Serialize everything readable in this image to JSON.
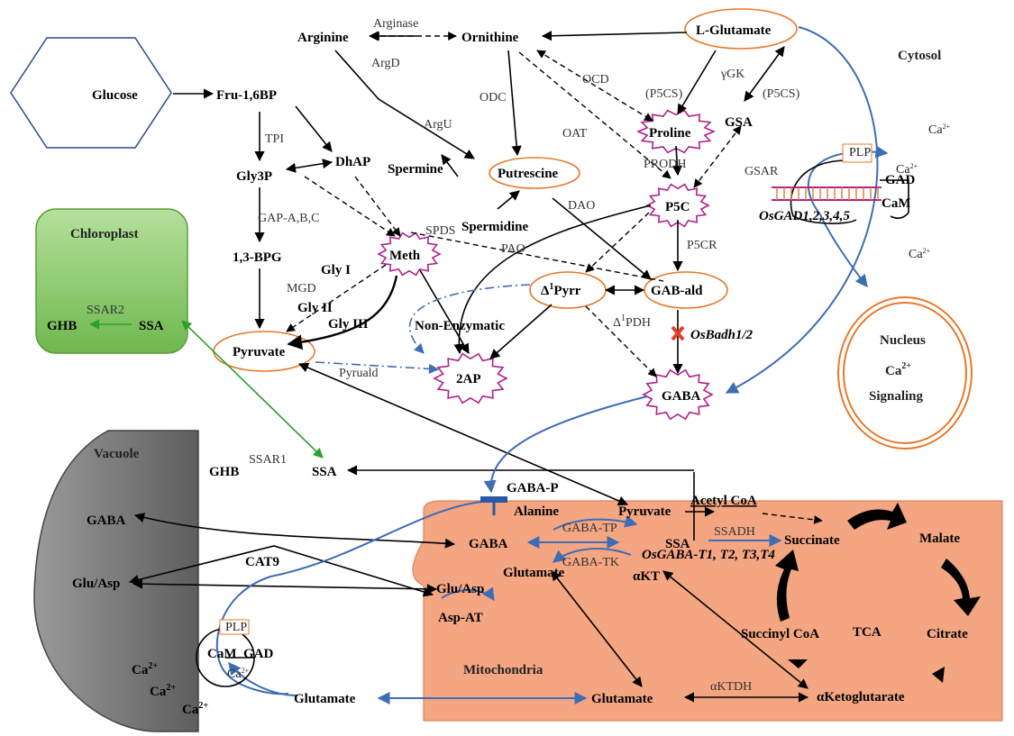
{
  "compartments": {
    "cytosol": "Cytosol",
    "chloroplast": "Chloroplast",
    "vacuole": "Vacuole",
    "nucleus": "Nucleus",
    "mitochondria": "Mitochondria",
    "ca_signaling_sup": "2+",
    "ca_signaling_pre": "Ca",
    "ca_signaling_post": "Signaling"
  },
  "metabolites": {
    "glucose": "Glucose",
    "fru16bp": "Fru-1,6BP",
    "gly3p": "Gly3P",
    "dhap": "DhAP",
    "bpg13": "1,3-BPG",
    "pyruvate": "Pyruvate",
    "meth": "Meth",
    "arginine": "Arginine",
    "ornithine": "Ornithine",
    "lglutamate": "L-Glutamate",
    "proline": "Proline",
    "gsa": "GSA",
    "spermine": "Spermine",
    "putrescine": "Putrescine",
    "spermidine": "Spermidine",
    "p5c": "P5C",
    "d1pyrr": "Pyrr",
    "gabald": "GAB-ald",
    "ap2": "2AP",
    "gaba": "GABA",
    "ghb_chl": "GHB",
    "ssa_chl": "SSA",
    "ghb_cyt": "GHB",
    "ssa_cyt": "SSA",
    "gaba_vac": "GABA",
    "gluasp_vac": "Glu/Asp",
    "alanine": "Alanine",
    "pyruvate_mito": "Pyruvate",
    "acetylcoa": "Acetyl CoA",
    "gaba_mito": "GABA",
    "ssa_mito": "SSA",
    "succinate": "Succinate",
    "malate": "Malate",
    "glutamate_mito": "Glutamate",
    "akt": "αKT",
    "gluasp_mito": "Glu/Asp",
    "aspat": "Asp-AT",
    "citrate": "Citrate",
    "succinylcoa": "Succinyl CoA",
    "tca": "TCA",
    "glutamate_cyt": "Glutamate",
    "glutamate_mito2": "Glutamate",
    "aketoglutarate": "αKetoglutarate"
  },
  "enzymes": {
    "arginase": "Arginase",
    "argd": "ArgD",
    "argu": "ArgU",
    "odc": "ODC",
    "ocd": "OCD",
    "oat": "OAT",
    "ggk": "γGK",
    "p5cs1": "(P5CS)",
    "p5cs2": "(P5CS)",
    "prodh": "PRODH",
    "gsar": "GSAR",
    "tpi": "TPI",
    "gapabc": "GAP-A,B,C",
    "spds": "SPDS",
    "dao": "DAO",
    "pao": "PAO",
    "p5cr": "P5CR",
    "glyi": "Gly I",
    "mgd": "MGD",
    "glyii": "Gly II",
    "glyiii": "Gly III",
    "nonenzymatic": "Non-Enzymatic",
    "pyruald": "Pyruald",
    "d1pdh": "PDH",
    "delta": "Δ",
    "one": "1",
    "osbadh": "OsBadh1/2",
    "ssar2": "SSAR2",
    "ssar1": "SSAR1",
    "gabap": "GABA-P",
    "cat9": "CAT9",
    "gabatp": "GABA-TP",
    "gabatk": "GABA-TK",
    "ssadh": "SSADH",
    "osgabat": "OsGABA-T1, T2, T3,T4",
    "aktdh": "αKTDH",
    "gad": "GAD",
    "gad_top": "GAD",
    "cam": "CaM",
    "cam_top": "CaM",
    "plp": "PLP",
    "plp_top": "PLP",
    "osgad": "OsGAD1,2,3,4,5"
  },
  "calcium": {
    "ca": "Ca",
    "sup": "2+"
  },
  "colors": {
    "blue": "#3d6db5",
    "green": "#2ca02c",
    "orange": "#e8782a",
    "magenta": "#b0238a",
    "mito": "#f4a582",
    "chloroplast": "#8fcf70",
    "vacuole": "#707070",
    "red": "#e53b2c"
  }
}
